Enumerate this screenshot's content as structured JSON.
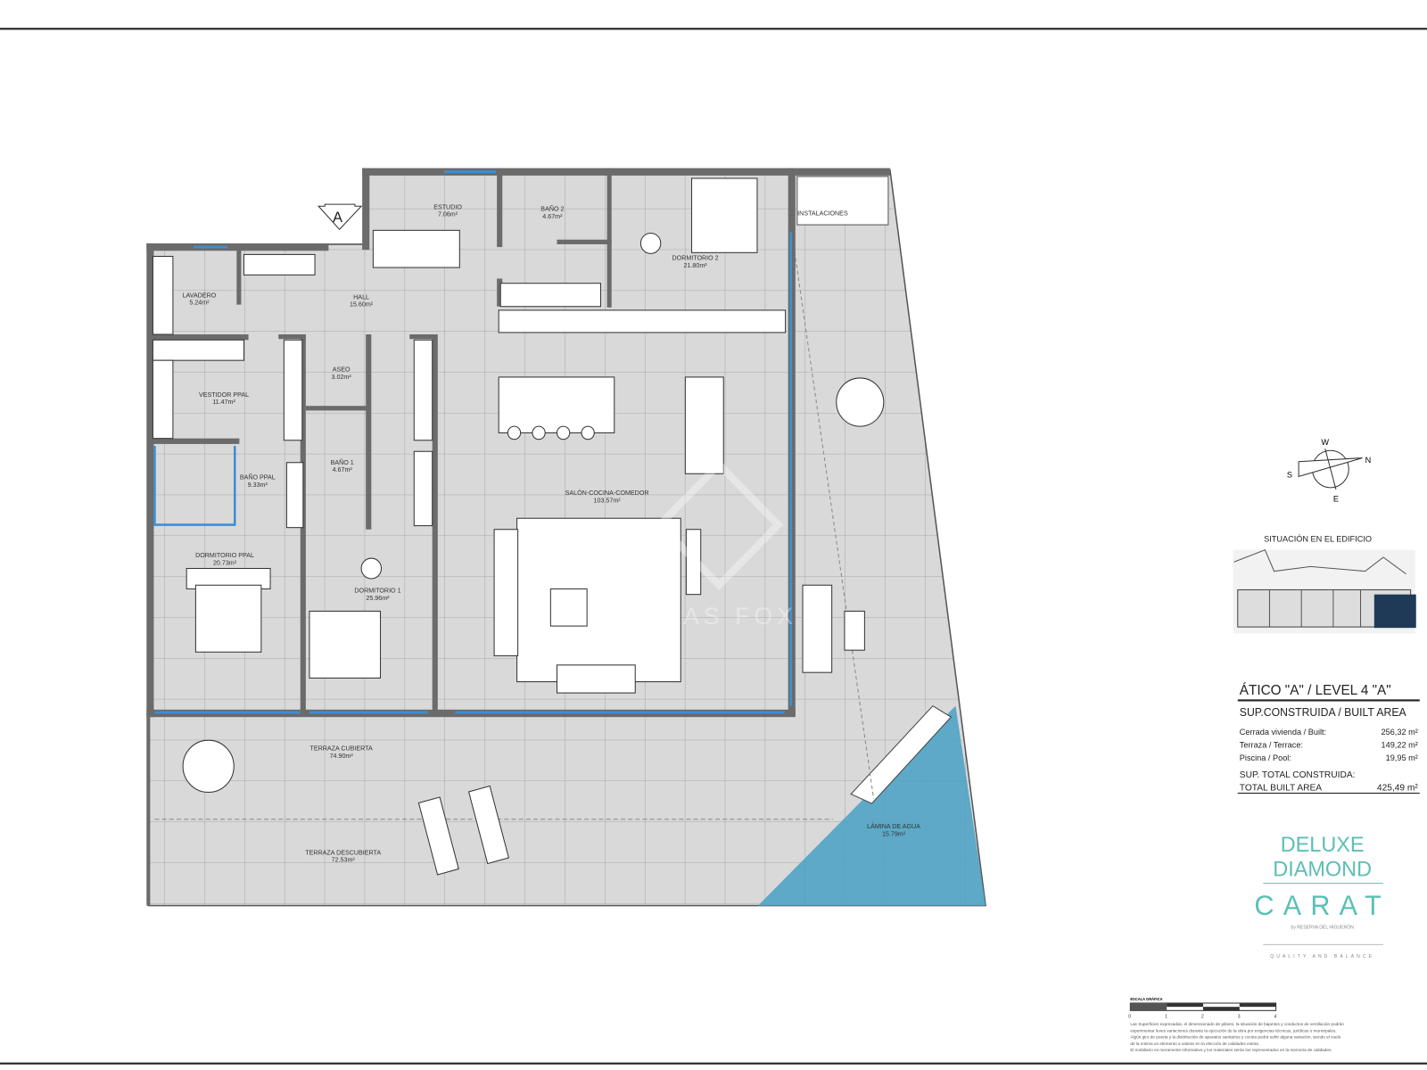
{
  "plan": {
    "entrance_marker": "A",
    "rooms": [
      {
        "name": "ESTUDIO",
        "area": "7.06m²"
      },
      {
        "name": "BAÑO 2",
        "area": "4.67m²"
      },
      {
        "name": "DORMITORIO 2",
        "area": "21.80m²"
      },
      {
        "name": "INSTALACIONES",
        "area": ""
      },
      {
        "name": "LAVADERO",
        "area": "5.24m²"
      },
      {
        "name": "HALL",
        "area": "15.60m²"
      },
      {
        "name": "ASEO",
        "area": "3.02m²"
      },
      {
        "name": "VESTIDOR PPAL",
        "area": "11.47m²"
      },
      {
        "name": "BAÑO PPAL",
        "area": "9.33m²"
      },
      {
        "name": "BAÑO 1",
        "area": "4.67m²"
      },
      {
        "name": "SALÓN-COCINA-COMEDOR",
        "area": "103.57m²"
      },
      {
        "name": "DORMITORIO PPAL",
        "area": "20.73m²"
      },
      {
        "name": "DORMITORIO 1",
        "area": "25.96m²"
      },
      {
        "name": "TERRAZA CUBIERTA",
        "area": "74.90m²"
      },
      {
        "name": "TERRAZA DESCUBIERTA",
        "area": "72.53m²"
      },
      {
        "name": "LÁMINA DE AGUA",
        "area": "15.79m²"
      }
    ],
    "watermark": "LUCAS FOX",
    "colors": {
      "floor": "#d9d9d9",
      "wall": "#6b6b6b",
      "glass": "#3d8fd6",
      "pool": "#4fa3c4"
    }
  },
  "compass": {
    "n": "N",
    "s": "S",
    "e": "E",
    "w": "W"
  },
  "situation": {
    "title": "SITUACIÓN EN EL EDIFICIO",
    "highlight_color": "#1f3a57"
  },
  "areas": {
    "title": "ÁTICO \"A\" / LEVEL 4 \"A\"",
    "subtitle": "SUP.CONSTRUIDA / BUILT AREA",
    "rows": [
      {
        "label": "Cerrada vivienda / Built:",
        "value": "256,32 m²"
      },
      {
        "label": "Terraza / Terrace:",
        "value": "149,22 m²"
      },
      {
        "label": "Piscina / Pool:",
        "value": "19,95 m²"
      }
    ],
    "total_label_1": "SUP. TOTAL CONSTRUIDA:",
    "total_label_2": "TOTAL BUILT AREA",
    "total_value": "425,49 m²"
  },
  "brand": {
    "line1": "DELUXE",
    "line2": "DIAMOND",
    "name": "CARAT",
    "tagline": "by RESERVA DEL HIGUERÓN",
    "slogan": "QUALITY AND BALANCE",
    "color": "#5cbfb5"
  },
  "scale": {
    "title": "ESCALA GRÁFICA",
    "ticks": [
      "0",
      "1",
      "2",
      "3",
      "4"
    ],
    "disclaimer": [
      "Las Superficies expresadas, el dimensionado de pilares, la situación de bajantes y conductos de ventilación podrán",
      "experimentar leves variaciones durante la ejecución de la obra por exigencias técnicas, jurídicas o municipales.",
      "Algún giro de puerta y la distribución de aparatos sanitarios y cocina podrá sufrir alguna variación, siendo el vuelo",
      "de la misma un elemento a valorar en la elección de calidades extras.",
      "El mobiliario es meramente informativo y los materiales serán los representados en la memoria de calidades."
    ]
  }
}
